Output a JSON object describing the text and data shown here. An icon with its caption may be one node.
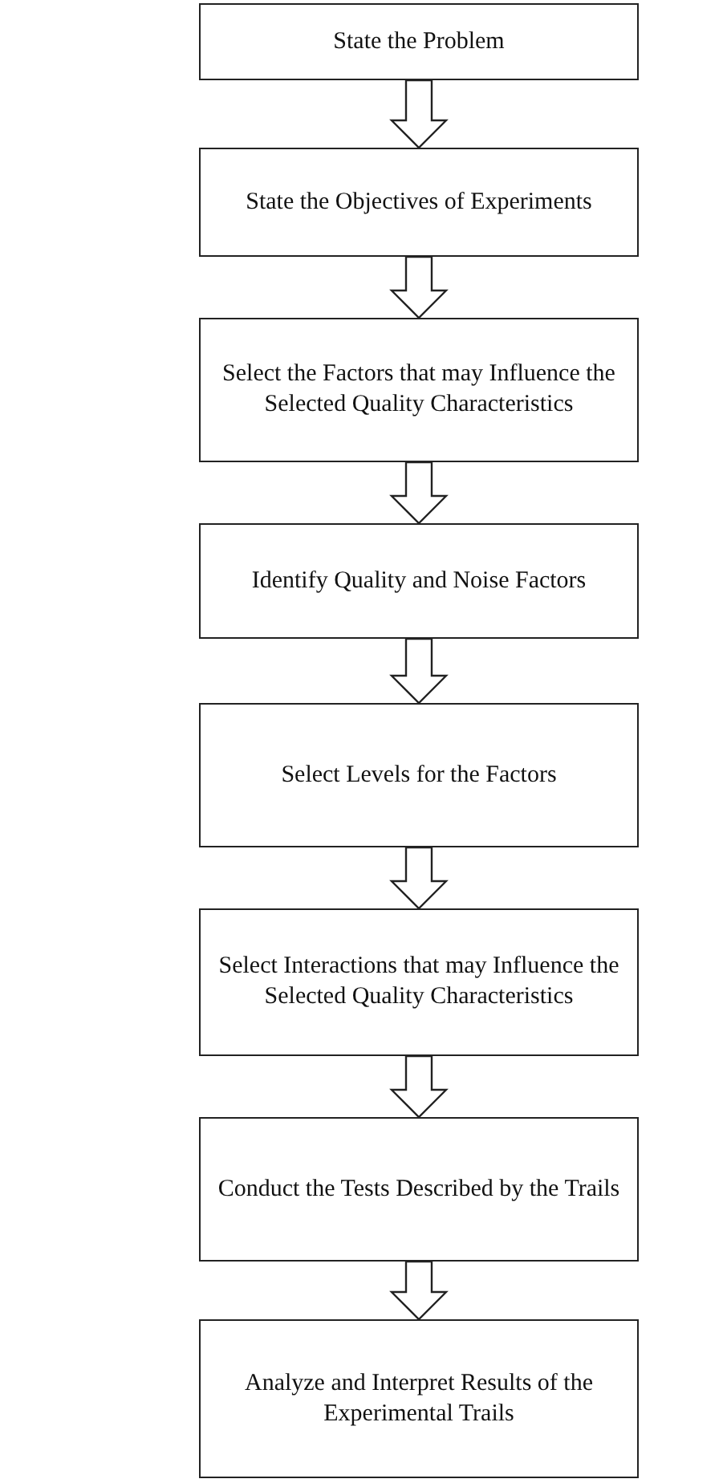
{
  "diagram": {
    "nodes": [
      {
        "text": [
          "State the Problem"
        ]
      },
      {
        "text": [
          "State the Objectives of Experiments"
        ]
      },
      {
        "text": [
          "Select the Factors that may Influence the Selected Quality Characteristics"
        ]
      },
      {
        "text": [
          "Identify Quality and Noise Factors"
        ]
      },
      {
        "text": [
          "Select Levels for the Factors"
        ]
      },
      {
        "text": [
          "Select Interactions that may Influence the Selected Quality Characteristics"
        ]
      },
      {
        "text": [
          "Conduct the Tests Described by the Trails"
        ]
      },
      {
        "text": [
          "Analyze and Interpret Results of the Experimental Trails"
        ]
      }
    ],
    "edges": [
      {
        "from": 0,
        "to": 1,
        "arrow": "to"
      },
      {
        "from": 1,
        "to": 2,
        "arrow": "to"
      },
      {
        "from": 2,
        "to": 3,
        "arrow": "to"
      },
      {
        "from": 3,
        "to": 4,
        "arrow": "to"
      },
      {
        "from": 4,
        "to": 5,
        "arrow": "to"
      },
      {
        "from": 5,
        "to": 6,
        "arrow": "to"
      },
      {
        "from": 6,
        "to": 7,
        "arrow": "to"
      }
    ]
  }
}
